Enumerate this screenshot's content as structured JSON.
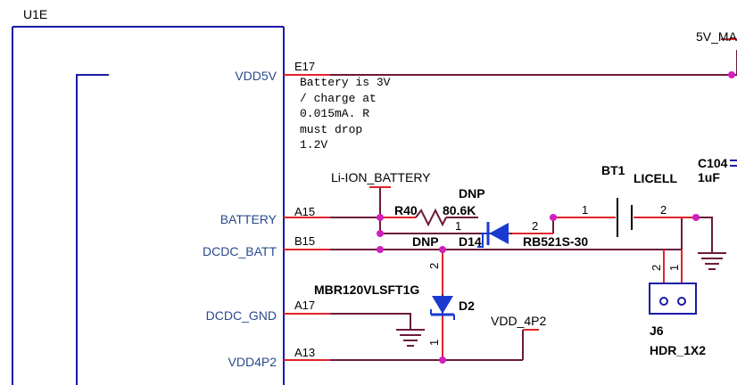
{
  "component": {
    "ref": "U1E",
    "pins": [
      {
        "net": "VDD5V",
        "pin": "E17"
      },
      {
        "net": "BATTERY",
        "pin": "A15"
      },
      {
        "net": "DCDC_BATT",
        "pin": "B15"
      },
      {
        "net": "DCDC_GND",
        "pin": "A17"
      },
      {
        "net": "VDD4P2",
        "pin": "A13"
      }
    ]
  },
  "note": [
    "Battery is 3V",
    "/ charge at",
    "0.015mA. R",
    "must drop",
    "1.2V"
  ],
  "nets": {
    "five_v": "5V_MA",
    "li_ion": "Li-ION_BATTERY",
    "vdd_4p2": "VDD_4P2"
  },
  "parts": {
    "r40": {
      "ref": "R40",
      "value": "80.6K",
      "pin1": "1"
    },
    "d14": {
      "ref": "D14",
      "value": "RB521S-30",
      "dnp": "DNP",
      "pin2": "2"
    },
    "d2": {
      "ref": "D2",
      "value": "MBR120VLSFT1G",
      "dnp": "DNP",
      "pin2": "2",
      "pin1": "1"
    },
    "bt1": {
      "ref": "BT1",
      "value": "LICELL",
      "pin1": "1",
      "pin2": "2"
    },
    "c104": {
      "ref": "C104",
      "value": "1uF"
    },
    "j6": {
      "ref": "J6",
      "value": "HDR_1X2",
      "pin2": "2",
      "pin1": "1"
    }
  },
  "colors": {
    "outline": "#1a1aa6",
    "wire": "#6b1a3a",
    "pin_stub": "#e0242a",
    "junction": "#d01fc0",
    "net_label": "#2a4a8c",
    "diode": "#1a3ad0"
  }
}
